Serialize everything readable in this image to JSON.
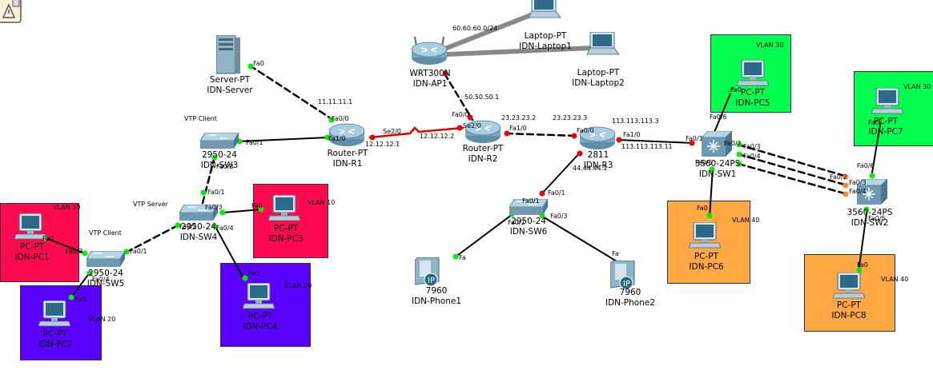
{
  "colors": {
    "vlan10": "#ff0a4f",
    "vlan20": "#5a00ff",
    "vlan30": "#00ff4f",
    "vlan40": "#ffa844",
    "link_ok": "#00ee00",
    "link_down": "#ee0000",
    "link_wan": "#dd0000"
  },
  "zones": {
    "vlan10_left": {
      "label": "VLAN 10"
    },
    "vlan20_left": {
      "label": "VLAN 20"
    },
    "vlan10_mid": {
      "label": "VLAN 10"
    },
    "vlan20_mid": {
      "label": "VLAN 20"
    },
    "vlan30_a": {
      "label": "VLAN 30"
    },
    "vlan30_b": {
      "label": "VLAN 30"
    },
    "vlan40_a": {
      "label": "VLAN 40"
    },
    "vlan40_b": {
      "label": "VLAN 40"
    }
  },
  "devices": {
    "server": {
      "type": "Server-PT",
      "name": "IDN-Server",
      "icon": "server-icon"
    },
    "r1": {
      "type": "Router-PT",
      "name": "IDN-R1",
      "icon": "router-icon"
    },
    "r2": {
      "type": "Router-PT",
      "name": "IDN-R2",
      "icon": "router-icon"
    },
    "r3": {
      "type": "2811",
      "name": "IDN-R3",
      "icon": "router-icon"
    },
    "ap1": {
      "type": "WRT300N",
      "name": "IDN-AP1",
      "icon": "wireless-router-icon"
    },
    "laptop1": {
      "type": "Laptop-PT",
      "name": "IDN-Laptop1",
      "icon": "laptop-icon"
    },
    "laptop2": {
      "type": "Laptop-PT",
      "name": "IDN-Laptop2",
      "icon": "laptop-icon"
    },
    "sw3": {
      "type": "2950-24",
      "name": "IDN-SW3",
      "icon": "switch-icon"
    },
    "sw4": {
      "type": "2950-24",
      "name": "IDN-SW4",
      "icon": "switch-icon"
    },
    "sw5": {
      "type": "2950-24",
      "name": "IDN-SW5",
      "icon": "switch-icon"
    },
    "sw6": {
      "type": "2950-24",
      "name": "IDN-SW6",
      "icon": "switch-icon"
    },
    "msw1": {
      "type": "3560-24PS",
      "name": "IDN-SW1",
      "icon": "multilayer-switch-icon"
    },
    "msw2": {
      "type": "3560-24PS",
      "name": "IDN-SW2",
      "icon": "multilayer-switch-icon"
    },
    "pc1": {
      "type": "PC-PT",
      "name": "IDN-PC1",
      "icon": "pc-icon"
    },
    "pc2": {
      "type": "PC-PT",
      "name": "IDN-PC2",
      "icon": "pc-icon"
    },
    "pc3": {
      "type": "PC-PT",
      "name": "IDN-PC3",
      "icon": "pc-icon"
    },
    "pc4": {
      "type": "PC-PT",
      "name": "IDN-PC4",
      "icon": "pc-icon"
    },
    "pc5": {
      "type": "PC-PT",
      "name": "IDN-PC5",
      "icon": "pc-icon"
    },
    "pc6": {
      "type": "PC-PT",
      "name": "IDN-PC6",
      "icon": "pc-icon"
    },
    "pc7": {
      "type": "PC-PT",
      "name": "IDN-PC7",
      "icon": "pc-icon"
    },
    "pc8": {
      "type": "PC-PT",
      "name": "IDN-PC8",
      "icon": "pc-icon"
    },
    "phone1": {
      "type": "7960",
      "name": "IDN-Phone1",
      "icon": "ip-phone-icon"
    },
    "phone2": {
      "type": "7960",
      "name": "IDN-Phone2",
      "icon": "ip-phone-icon"
    }
  },
  "vtp": {
    "sw3": "VTP Client",
    "sw4": "VTP Server",
    "sw5": "VTP Client"
  },
  "ips": {
    "wifi": "60.60.60.0/24",
    "r1_top": "11.11.11.1",
    "r1_r2": "12.12.12.1",
    "r2_r1": "12.12.12.2",
    "ap_r2": "50.50.50.1",
    "r2_r3": "23.23.23.2",
    "r3_r2": "23.23.23.3",
    "r3_sw1a": "113.113.113.3",
    "r3_sw1b": "113.113.113.11",
    "r3_sw6": "44.44.44.1"
  },
  "ports": {
    "server": "Fa0",
    "r1_top": "Fa0/0",
    "r1_left": "Fa1/0",
    "r1_right": "Se2/0",
    "r2_left": "Se2/0",
    "r2_top": "Fa0/0",
    "r2_right": "Fa1/0",
    "r3_left": "Fa0/0",
    "r3_right": "Fa1/0",
    "r3_down": "Fa0/1",
    "sw3_right": "Fa0/1",
    "sw3_down": "Fa0/3",
    "sw4_up": "Fa0/1",
    "sw4_right": "Fa0/3",
    "sw4_left": "Fa0/2",
    "sw4_down": "Fa0/4",
    "sw5_left": "Fa0/3",
    "sw5_right": "Fa0/1",
    "sw5_down": "Fa0/4",
    "sw6_up": "Fa0/1",
    "sw6_left": "Fa0/2",
    "sw6_right": "Fa0/3",
    "pc1": "Fa0",
    "pc2": "Fa0",
    "pc3": "Fa0",
    "pc4": "Fa0",
    "pc5": "Fa0",
    "pc6": "Fa0",
    "pc7": "Fa0",
    "pc8": "Fa0",
    "phone1": "Fa",
    "phone2": "Fa",
    "msw1_left": "Fa0/1",
    "msw1_top": "Fa0/6",
    "msw1_r2": "Fa0/2",
    "msw1_r3": "Fa0/3",
    "msw1_r4": "Fa0/4",
    "msw1_down": "Fa0/5",
    "msw2_top": "Fa0/6",
    "msw2_l2": "Fa0/2",
    "msw2_l3": "Fa0/3",
    "msw2_l4": "Fa0/4",
    "msw2_down": "Fa0/5"
  }
}
